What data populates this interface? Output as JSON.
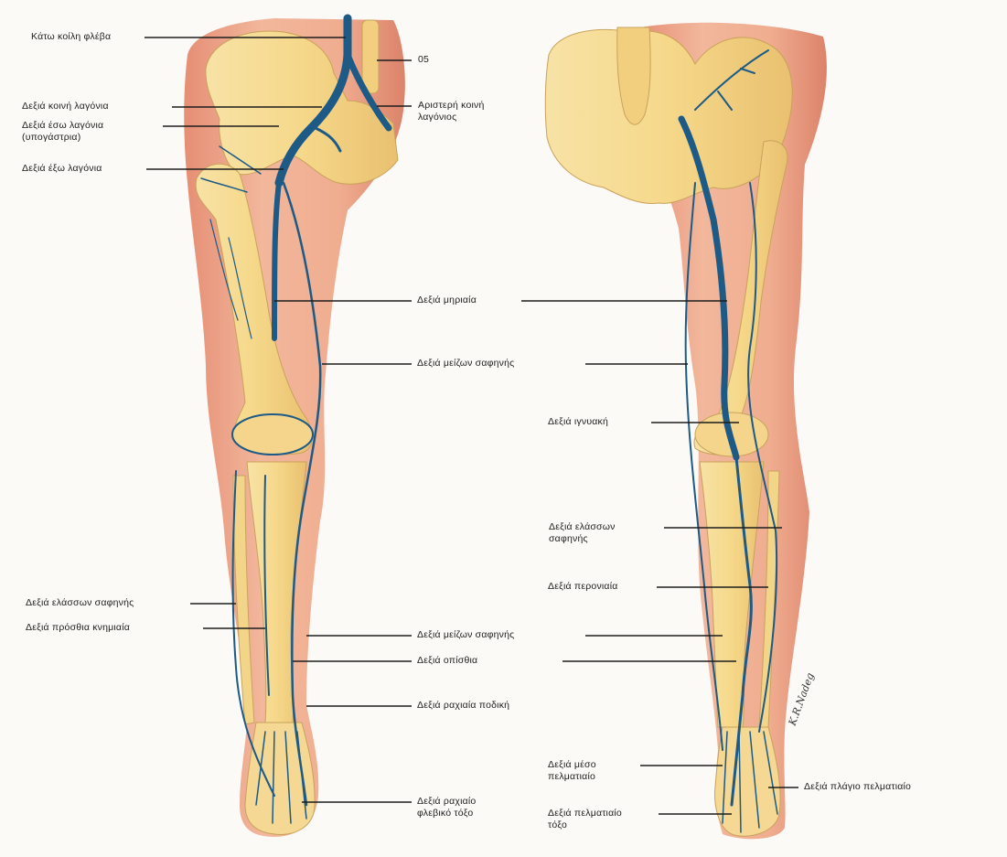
{
  "labels": {
    "vena_cava": "Κάτω κοίλη φλέβα",
    "os": "05",
    "right_common_iliac": "Δεξιά κοινή λαγόνια",
    "left_common_iliac": "Αριστερή κοινή\nλαγόνιος",
    "right_internal_iliac": "Δεξιά έσω λαγόνια\n(υπογάστρια)",
    "right_external_iliac": "Δεξιά έξω λαγόνια",
    "right_femoral": "Δεξιά μηριαία",
    "right_great_saphenous": "Δεξιά μείζων σαφηνής",
    "right_popliteal": "Δεξιά ιγνυακή",
    "right_small_saphenous_back": "Δεξιά ελάσσων\nσαφηνής",
    "right_peroneal": "Δεξιά περονιαία",
    "right_small_saphenous_front": "Δεξιά ελάσσων σαφηνής",
    "right_anterior_tibial": "Δεξιά πρόσθια κνημιαία",
    "right_great_saphenous_lower": "Δεξιά μείζων σαφηνής",
    "right_posterior": "Δεξιά οπίσθια",
    "right_dorsal_foot": "Δεξιά ραχιαία ποδική",
    "right_medial_plantar": "Δεξιά μέσο\nπελματιαίο",
    "right_lateral_plantar": "Δεξιά πλάγιο πελματιαίο",
    "right_dorsal_arch": "Δεξιά ραχιαίο\nφλεβικό τόξο",
    "right_plantar_arch": "Δεξιά πελματιαίο\nτόξο"
  },
  "signature": "K.R.Nadeg",
  "colors": {
    "background": "#fbfaf7",
    "skin": "#eda98a",
    "skin_dark": "#d9826a",
    "bone": "#f3d58a",
    "bone_edge": "#c9a25a",
    "vein": "#1d5a86",
    "leader": "#1d1d1d"
  }
}
